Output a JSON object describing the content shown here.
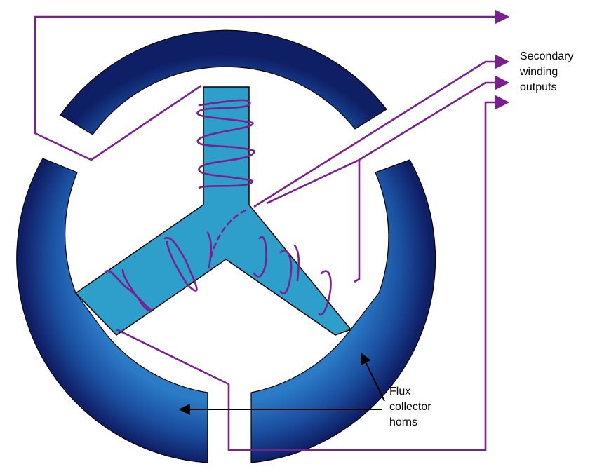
{
  "labels": {
    "secondary": [
      "Secondary",
      "winding",
      "outputs"
    ],
    "flux": [
      "Flux",
      "collector",
      "horns"
    ]
  },
  "colors": {
    "core_light": "#2e9fcb",
    "ring_outer": "#0f1f66",
    "ring_inner": "#2b7bc7",
    "winding": "#7a1f8e",
    "arrow": "#000000",
    "outline": "#000000"
  }
}
